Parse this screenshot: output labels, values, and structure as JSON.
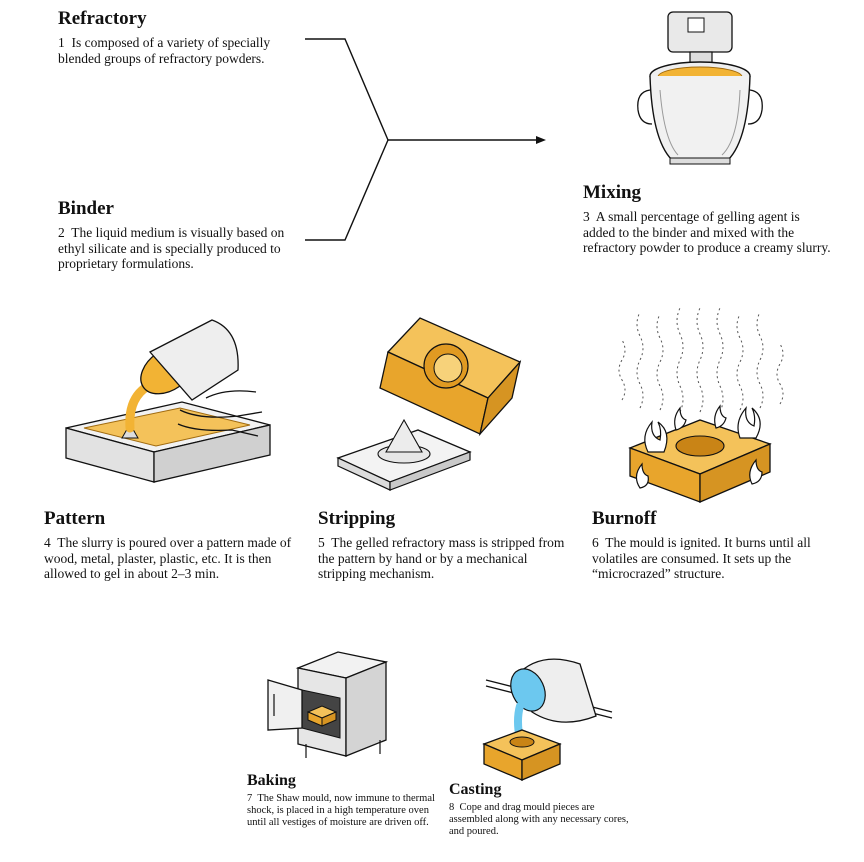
{
  "steps": [
    {
      "title": "Refractory",
      "num": "1",
      "text": "Is composed of a variety of specially blended groups of refractory powders."
    },
    {
      "title": "Binder",
      "num": "2",
      "text": "The liquid medium is visually based on ethyl silicate and is specially produced to proprietary formulations."
    },
    {
      "title": "Mixing",
      "num": "3",
      "text": "A small percentage of gelling agent is added to the binder and mixed with the refractory powder to produce a creamy slurry."
    },
    {
      "title": "Pattern",
      "num": "4",
      "text": "The slurry is poured over a pattern made of wood, metal, plaster, plastic, etc. It is then allowed to gel in about 2–3 min."
    },
    {
      "title": "Stripping",
      "num": "5",
      "text": "The gelled refractory mass is stripped from the pattern by hand or by a mechanical stripping mechanism."
    },
    {
      "title": "Burnoff",
      "num": "6",
      "text": "The mould is ignited. It burns until all volatiles are consumed. It sets up the “microcrazed” structure."
    },
    {
      "title": "Baking",
      "num": "7",
      "text": "The Shaw mould, now immune to thermal shock, is placed in a high temperature oven until all vestiges of moisture are driven off."
    },
    {
      "title": "Casting",
      "num": "8",
      "text": "Cope and drag mould pieces are assembled along with any necessary cores, and poured."
    }
  ],
  "colors": {
    "slurry": "#f2b334",
    "mould": "#f0b23c",
    "metal": "#6cc8ef",
    "line": "#111111"
  }
}
